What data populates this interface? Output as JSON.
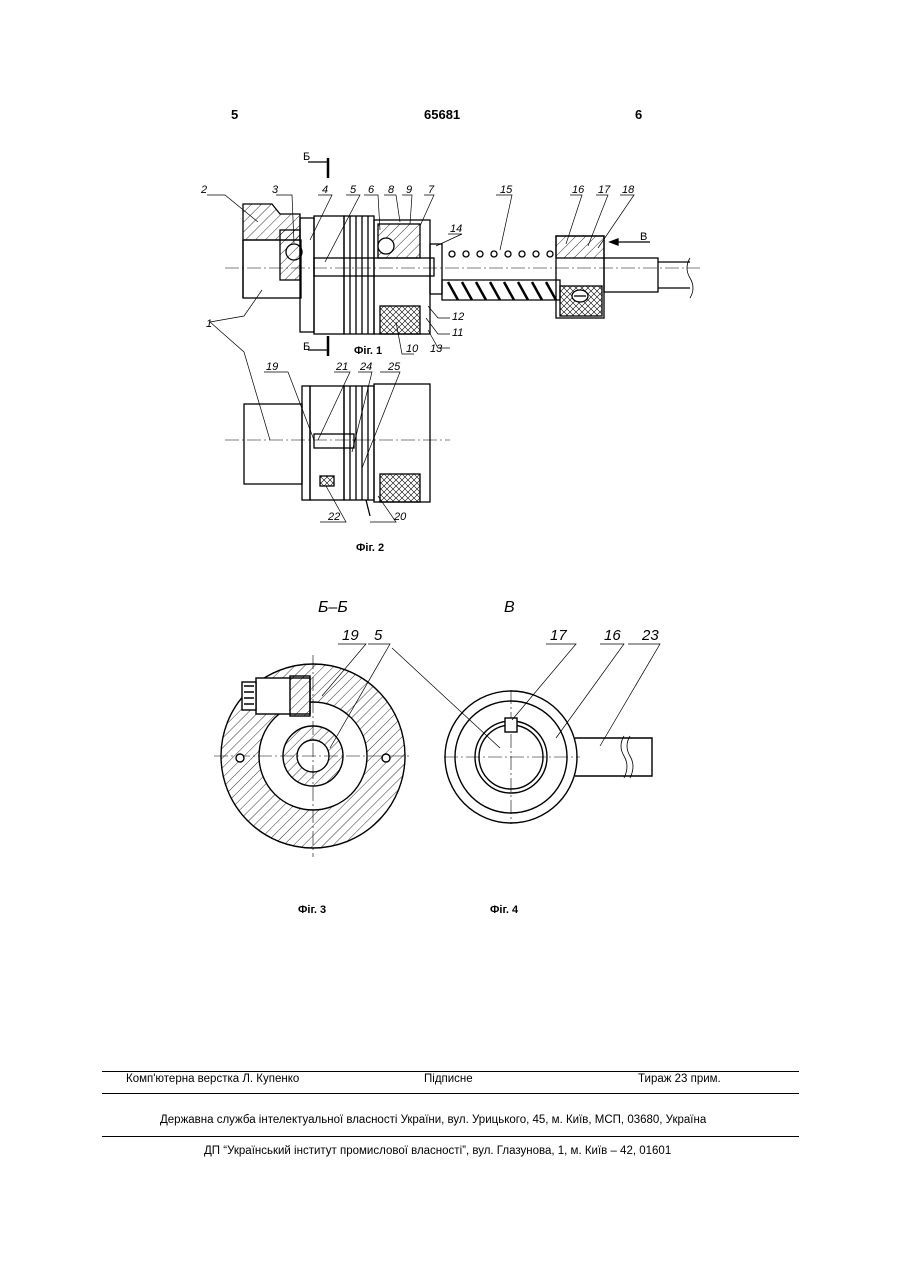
{
  "header": {
    "page_left": "5",
    "patent_number": "65681",
    "page_right": "6"
  },
  "captions": {
    "fig1": "Фіг. 1",
    "fig2": "Фіг. 2",
    "fig3": "Фіг. 3",
    "fig4": "Фіг. 4"
  },
  "sections": {
    "section_bb": "Б–Б",
    "view_v": "В",
    "cut_mark": "Б",
    "arrow_v": "В"
  },
  "fig1_labels": [
    "1",
    "2",
    "3",
    "4",
    "5",
    "6",
    "8",
    "9",
    "7",
    "15",
    "16",
    "17",
    "18",
    "14",
    "12",
    "11",
    "13",
    "10"
  ],
  "fig2_labels": [
    "19",
    "21",
    "24",
    "25",
    "22",
    "20"
  ],
  "fig3_labels": [
    "19",
    "5"
  ],
  "fig4_labels": [
    "17",
    "16",
    "23"
  ],
  "footer": {
    "layout": "Комп'ютерна верстка Л. Купенко",
    "signed": "Підписне",
    "print_run": "Тираж 23 прим.",
    "office_line": "Державна служба інтелектуальної власності України, вул. Урицького, 45, м. Київ, МСП, 03680, Україна",
    "institute_line": "ДП “Український інститут промислової власності”, вул. Глазунова, 1, м. Київ – 42, 01601"
  }
}
